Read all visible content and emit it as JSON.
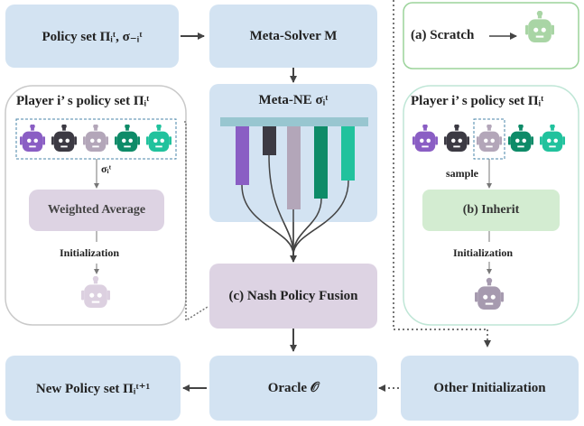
{
  "boxes": {
    "policy_set": "Policy set Πᵢᵗ, σ₋ᵢᵗ",
    "meta_solver": "Meta-Solver M",
    "scratch": "(a) Scratch",
    "meta_ne": "Meta-NE σᵢᵗ",
    "player_left_title": "Player i’ s policy set Πᵢᵗ",
    "player_right_title": "Player i’ s policy set Πᵢᵗ",
    "sigma_label": "σᵢᵗ",
    "weighted_average": "Weighted Average",
    "initialization_left": "Initialization",
    "sample": "sample",
    "inherit": "(b) Inherit",
    "initialization_right": "Initialization",
    "nash_fusion": "(c) Nash Policy Fusion",
    "new_policy": "New Policy set Πᵢᵗ⁺¹",
    "oracle": "Oracle 𝒪",
    "other_init": "Other Initialization"
  },
  "colors": {
    "box_blue": "#d3e3f2",
    "box_purple": "#ddd3e3",
    "box_green": "#d3ecd1",
    "robot_purple": "#8a5ec4",
    "robot_dark": "#3c3a43",
    "robot_grey": "#b3a6b9",
    "robot_teal": "#0e8b68",
    "robot_mint": "#21c29d",
    "robot_light_green": "#a9d5a5",
    "robot_light_purple": "#dcd0e0",
    "robot_mid_purple": "#a69aaf",
    "bar_top": "#98c6d0"
  }
}
